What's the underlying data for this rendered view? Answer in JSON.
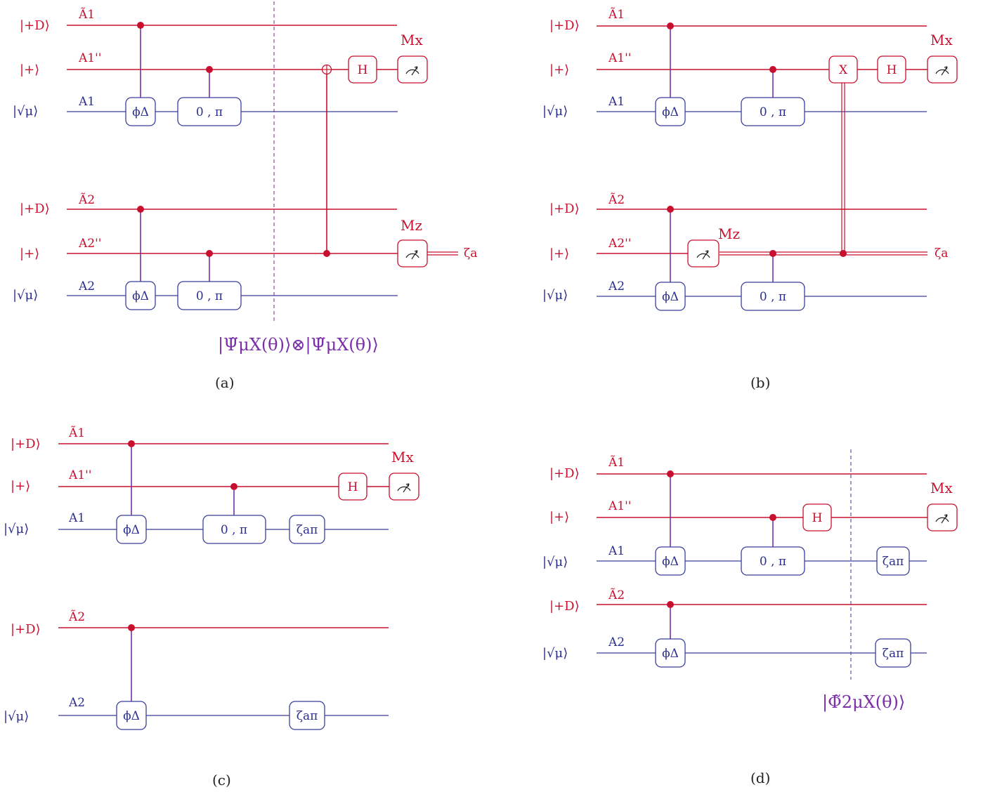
{
  "state_labels": {
    "plus_d": "|+D⟩",
    "plus": "|+⟩",
    "sqrt_mu": "|√μ⟩"
  },
  "wire_labels": {
    "a1_tilde": "Ã1",
    "a1_pp": "A1''",
    "a1": "A1",
    "a2_tilde": "Ã2",
    "a2_pp": "A2''",
    "a2": "A2"
  },
  "gates": {
    "phi_delta": "ϕΔ",
    "zero_pi": "0 , π",
    "hadamard": "H",
    "pauli_x": "X",
    "zeta_pi": "ζaπ"
  },
  "measurements": {
    "mx": "Mx",
    "mz": "Mz"
  },
  "outputs": {
    "zeta_a": "ζa"
  },
  "annotations": {
    "state_a": "|Ψ̃μX(θ)⟩⊗|Ψ̃μX(θ)⟩",
    "state_d": "|Φ̃2μX(θ)⟩"
  },
  "captions": [
    "(a)",
    "(b)",
    "(c)",
    "(d)"
  ]
}
